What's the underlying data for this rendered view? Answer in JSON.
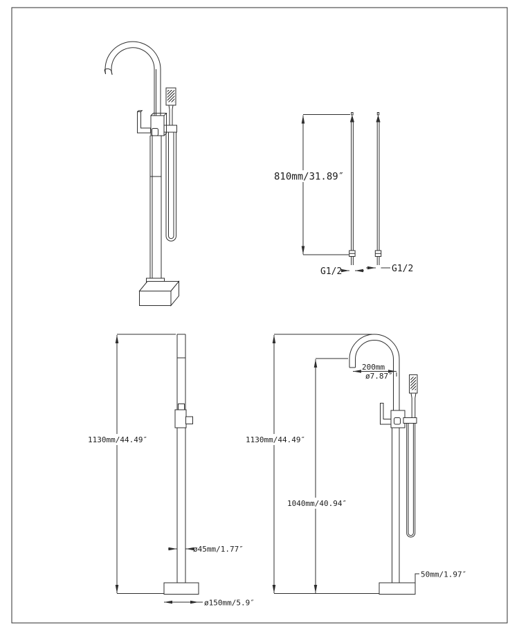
{
  "drawing": {
    "colors": {
      "background": "#ffffff",
      "line": "#2e2e2e",
      "text": "#1c1c1c"
    },
    "supply_hoses_view": {
      "length_label": "810mm/31.89″",
      "left_thread_label": "G1/2",
      "right_thread_label": "G1/2"
    },
    "side_view": {
      "overall_height_label": "1130mm/44.49″",
      "column_diameter_label": "ø45mm/1.77″",
      "base_diameter_label": "ø150mm/5.9″"
    },
    "front_view": {
      "overall_height_label": "1130mm/44.49″",
      "spout_height_label": "1040mm/40.94″",
      "spout_reach_mm_label": "200mm",
      "spout_reach_inch_label": "ø7.87″",
      "base_height_label": "50mm/1.97″"
    }
  }
}
